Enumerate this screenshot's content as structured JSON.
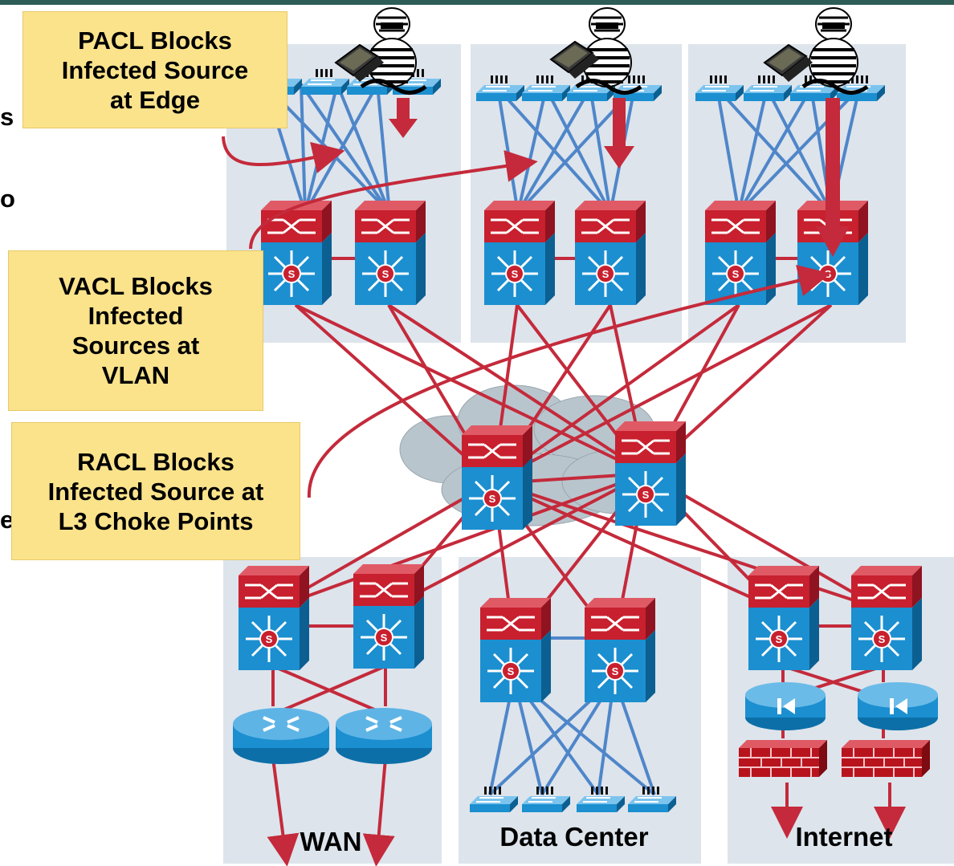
{
  "colors": {
    "zone_bg": "#dde4ec",
    "switch_red": "#c8202e",
    "switch_blue": "#1b8fd0",
    "link_red": "#c42a3b",
    "link_blue": "#4f86c9",
    "callout_bg": "#fbe38c",
    "topbar": "#2e5c56"
  },
  "callouts": {
    "pacl": "PACL Blocks\nInfected Source\nat Edge",
    "vacl": "VACL Blocks\nInfected\nSources at\nVLAN",
    "racl": "RACL Blocks\nInfected Source at\nL3 Choke Points"
  },
  "cropped_text": [
    "s",
    "o",
    "e"
  ],
  "zones": {
    "wan": "WAN",
    "data_center": "Data Center",
    "internet": "Internet"
  },
  "icons": [
    "attacker-icon",
    "laptop-icon",
    "access-switch-icon",
    "layer3-switch-icon",
    "router-icon",
    "firewall-icon",
    "load-balancer-icon",
    "cloud-icon"
  ]
}
